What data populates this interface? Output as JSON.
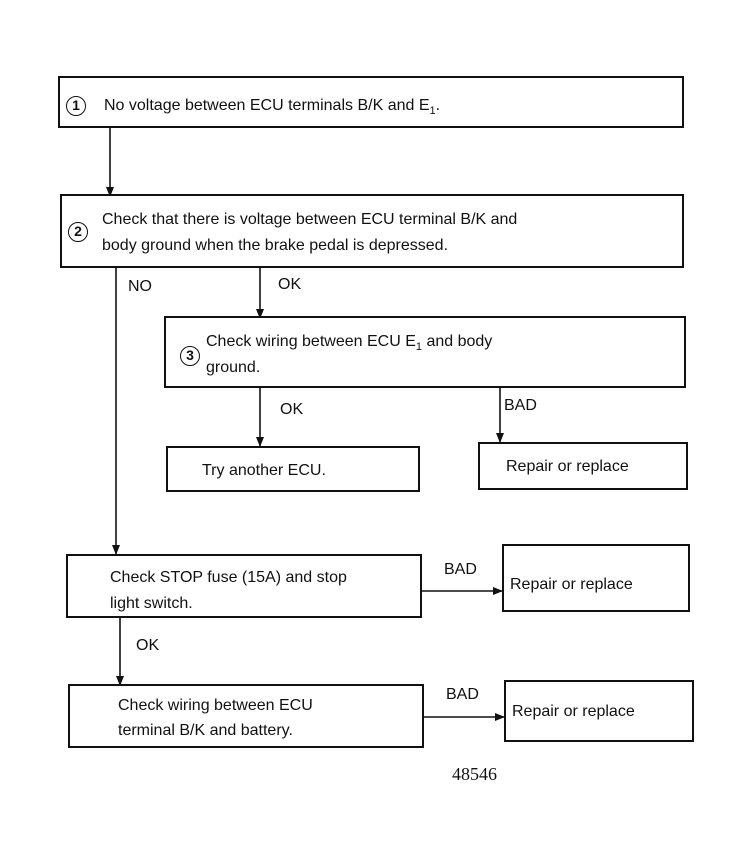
{
  "steps": {
    "s1": {
      "num": "1",
      "text": "No voltage between ECU terminals B/K and E",
      "sub": "1",
      "tail": "."
    },
    "s2": {
      "num": "2",
      "line1": "Check that there is voltage between ECU terminal B/K and",
      "line2": "body ground when the brake pedal is depressed."
    },
    "s3": {
      "num": "3",
      "line1": "Check wiring between ECU E",
      "sub": "1",
      "line1b": " and body",
      "line2": "ground."
    },
    "try_ecu": "Try another ECU.",
    "repair1": "Repair or replace",
    "stop_fuse": {
      "line1": "Check STOP fuse (15A) and stop",
      "line2": "light switch."
    },
    "repair2": "Repair or replace",
    "wiring_battery": {
      "line1": "Check wiring between ECU",
      "line2": "terminal B/K and battery."
    },
    "repair3": "Repair or replace"
  },
  "labels": {
    "no": "NO",
    "ok1": "OK",
    "ok2": "OK",
    "bad1": "BAD",
    "bad2": "BAD",
    "ok3": "OK",
    "bad3": "BAD"
  },
  "figure_number": "48546"
}
